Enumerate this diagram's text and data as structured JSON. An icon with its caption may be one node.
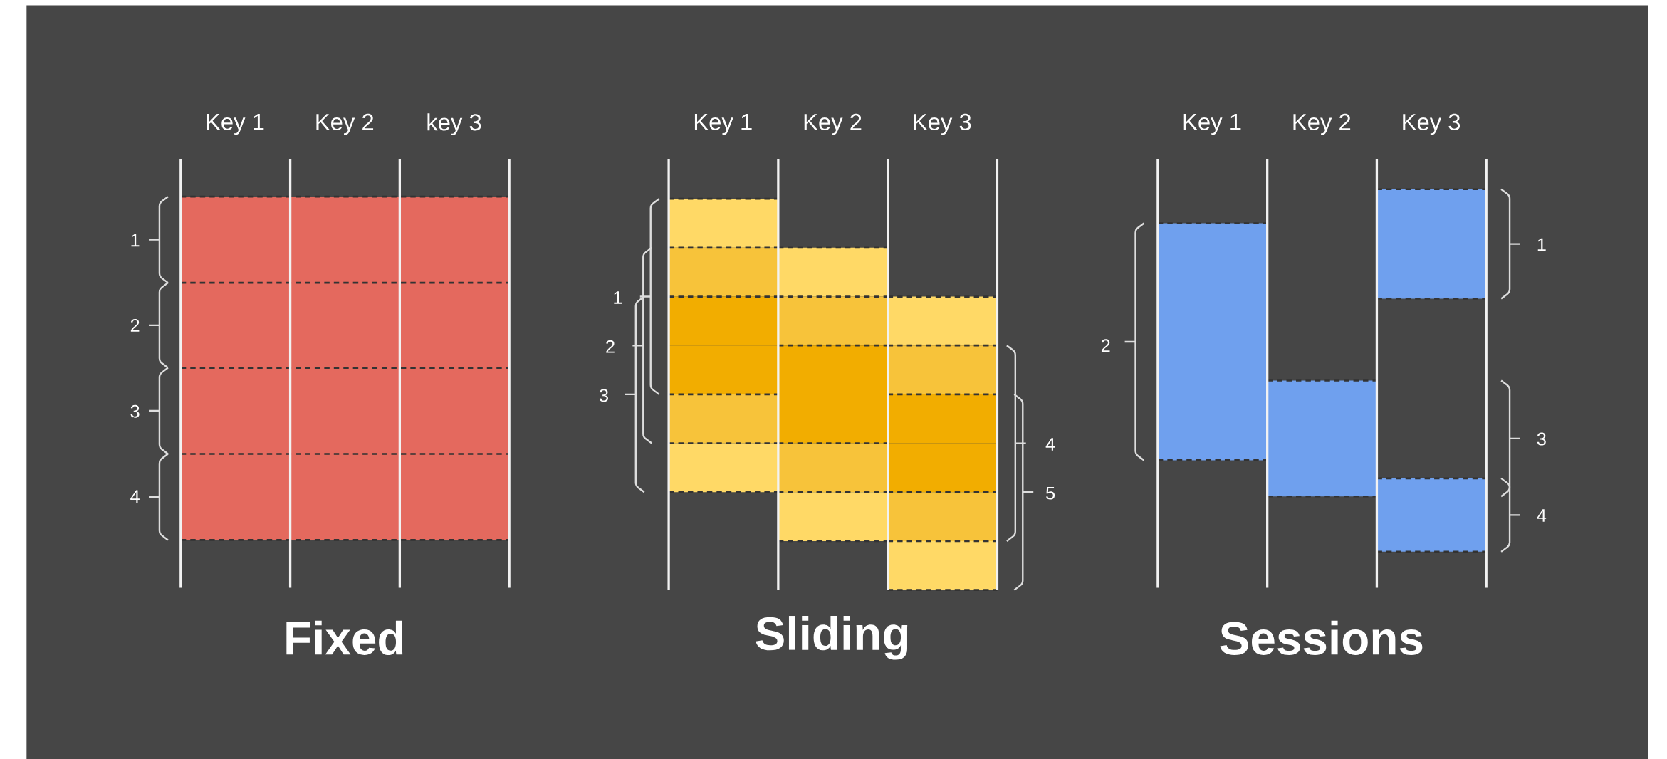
{
  "diagram": {
    "labels": [
      "Key 1",
      "Key 2",
      "key 3",
      "Key 1",
      "Key 2",
      "Key 3",
      "Key 1",
      "Key 2",
      "Key 3",
      "1",
      "2",
      "3",
      "4",
      "1",
      "2",
      "3",
      "4",
      "5",
      "1",
      "2",
      "3",
      "4",
      "Fixed",
      "Sliding",
      "Sessions"
    ]
  }
}
